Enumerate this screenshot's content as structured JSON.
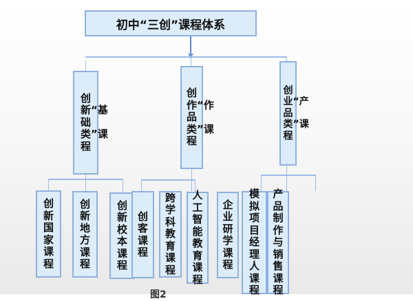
{
  "title": "初中“三创”课程体系",
  "categories": [
    {
      "label": "创新“基础类”课程",
      "children": [
        "创新国家课程",
        "创新地方课程",
        "创新校本课程"
      ]
    },
    {
      "label": "创作“作品类”课程",
      "children": [
        "创客课程",
        "跨学科教育课程",
        "人工智能教育课程"
      ]
    },
    {
      "label": "创业“产品类”课程",
      "children": [
        "企业研学课程",
        "模拟项目经理人课程",
        "产品制作与销售课程"
      ]
    }
  ],
  "caption": "图2"
}
